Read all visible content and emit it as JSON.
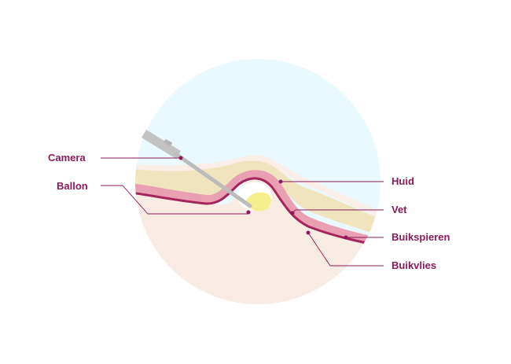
{
  "labels": {
    "camera": "Camera",
    "ballon": "Ballon",
    "huid": "Huid",
    "vet": "Vet",
    "buikspieren": "Buikspieren",
    "buikvlies": "Buikvlies"
  },
  "colors": {
    "label_text": "#8c1a5a",
    "leader_line": "#8c1a5a",
    "sky": "#eaf9fd",
    "body": "#f8ebe4",
    "skin": "#faeee9",
    "fat": "#f0e4be",
    "muscle": "#e8a0b2",
    "peritoneum": "#a4245c",
    "balloon": "#f4ef8c",
    "instrument": "#c3c3c3"
  }
}
